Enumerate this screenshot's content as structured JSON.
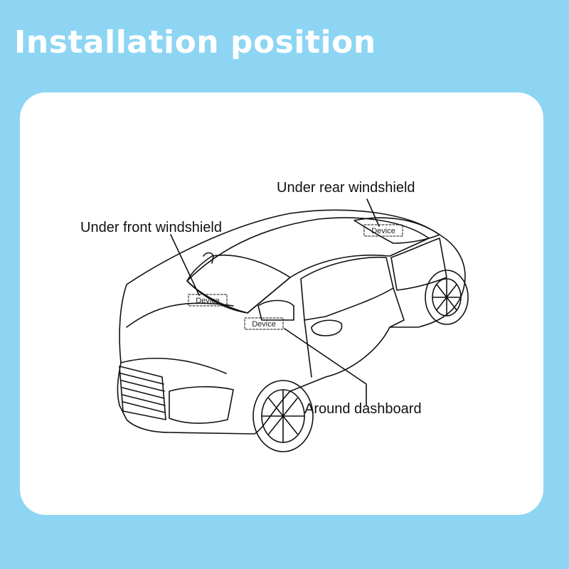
{
  "title": "Installation position",
  "labels": {
    "rear_windshield": "Under rear windshield",
    "front_windshield": "Under front windshield",
    "dashboard": "Around dashboard"
  },
  "device_tags": {
    "rear": "Device",
    "front": "Device",
    "dashboard": "Device"
  },
  "colors": {
    "background": "#8dd5f3",
    "card": "#ffffff",
    "title": "#ffffff",
    "line": "#111111"
  }
}
